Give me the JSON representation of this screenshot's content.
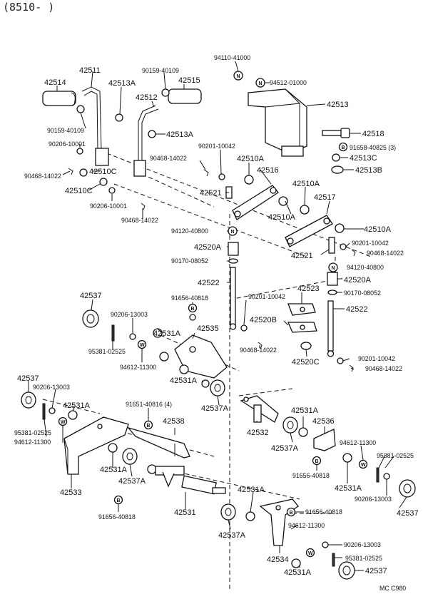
{
  "header": "(8510-     )",
  "footer": "MC  C980",
  "labels": {
    "p94110_41000": "94110-41000",
    "p94512_01000": "94512-01000",
    "p90159_40109_top": "90159-40109",
    "p42514": "42514",
    "p42511": "42511",
    "p42513A_1": "42513A",
    "p42515": "42515",
    "p42512": "42512",
    "p42513": "42513",
    "p90159_40109_left": "90159-40109",
    "p42513A_2": "42513A",
    "p42518": "42518",
    "p90206_10001_a": "90206-10001",
    "p91658_40825": "91658-40825 (3)",
    "p90201_10042_a": "90201-10042",
    "p42513C": "42513C",
    "p90468_14022_a": "90468-14022",
    "p42510A_1": "42510A",
    "p42516": "42516",
    "p42513B": "42513B",
    "p42510C_1": "42510C",
    "p90468_14022_b": "90468-14022",
    "p42510C_2": "42510C",
    "p42521_a": "42521",
    "p42510A_2": "42510A",
    "p42517": "42517",
    "p90206_10001_b": "90206-10001",
    "p90468_14022_c": "90468-14022",
    "p42510A_3": "42510A",
    "p94120_40800_a": "94120-40800",
    "p42510A_4": "42510A",
    "p42520A_a": "42520A",
    "p90201_10042_b": "90201-10042",
    "p42521_b": "42521",
    "p90468_14022_d": "90468-14022",
    "p90170_08052_a": "90170-08052",
    "p94120_40800_b": "94120-40800",
    "p42522_a": "42522",
    "p42520A_b": "42520A",
    "p42537_1": "42537",
    "p91656_40818_a": "91656-40818",
    "p90201_10042_c": "90201-10042",
    "p42523": "42523",
    "p90170_08052_b": "90170-08052",
    "p90206_13003_a": "90206-13003",
    "p42522_b": "42522",
    "p42520B": "42520B",
    "p42531A_1": "42531A",
    "p42535": "42535",
    "p95381_02525_a": "95381-02525",
    "p90468_14022_e": "90468-14022",
    "p42520C": "42520C",
    "p94612_11300_a": "94612-11300",
    "p90201_10042_d": "90201-10042",
    "p90468_14022_f": "90468-14022",
    "p42537_2": "42537",
    "p42531A_2": "42531A",
    "p90206_13003_b": "90206-13003",
    "p42537A_1": "42537A",
    "p42531A_3": "42531A",
    "p91651_40816": "91651-40816 (4)",
    "p42538": "42538",
    "p42532": "42532",
    "p42531A_4": "42531A",
    "p42536": "42536",
    "p95381_02525_b": "95381-02525",
    "p94612_11300_b": "94612-11300",
    "p94612_11300_c": "94612-11300",
    "p42537A_2": "42537A",
    "p95381_02525_c": "95381-02525",
    "p42531A_5": "42531A",
    "p91656_40818_b": "91656-40818",
    "p42533": "42533",
    "p42537A_3": "42537A",
    "p42531A_6": "42531A",
    "p90206_13003_c": "90206-13003",
    "p42531A_7": "42531A",
    "p42537_3": "42537",
    "p91656_40818_c": "91656-40818",
    "p42531": "42531",
    "p91656_40818_d": "91656-40818",
    "p94612_11300_d": "94612-11300",
    "p42537A_4": "42537A",
    "p90206_13003_d": "90206-13003",
    "p42534": "42534",
    "p95381_02525_d": "95381-02525",
    "p42531A_8": "42531A",
    "p42537_4": "42537"
  },
  "badges": {
    "n": "N",
    "w": "W",
    "b": "B"
  }
}
